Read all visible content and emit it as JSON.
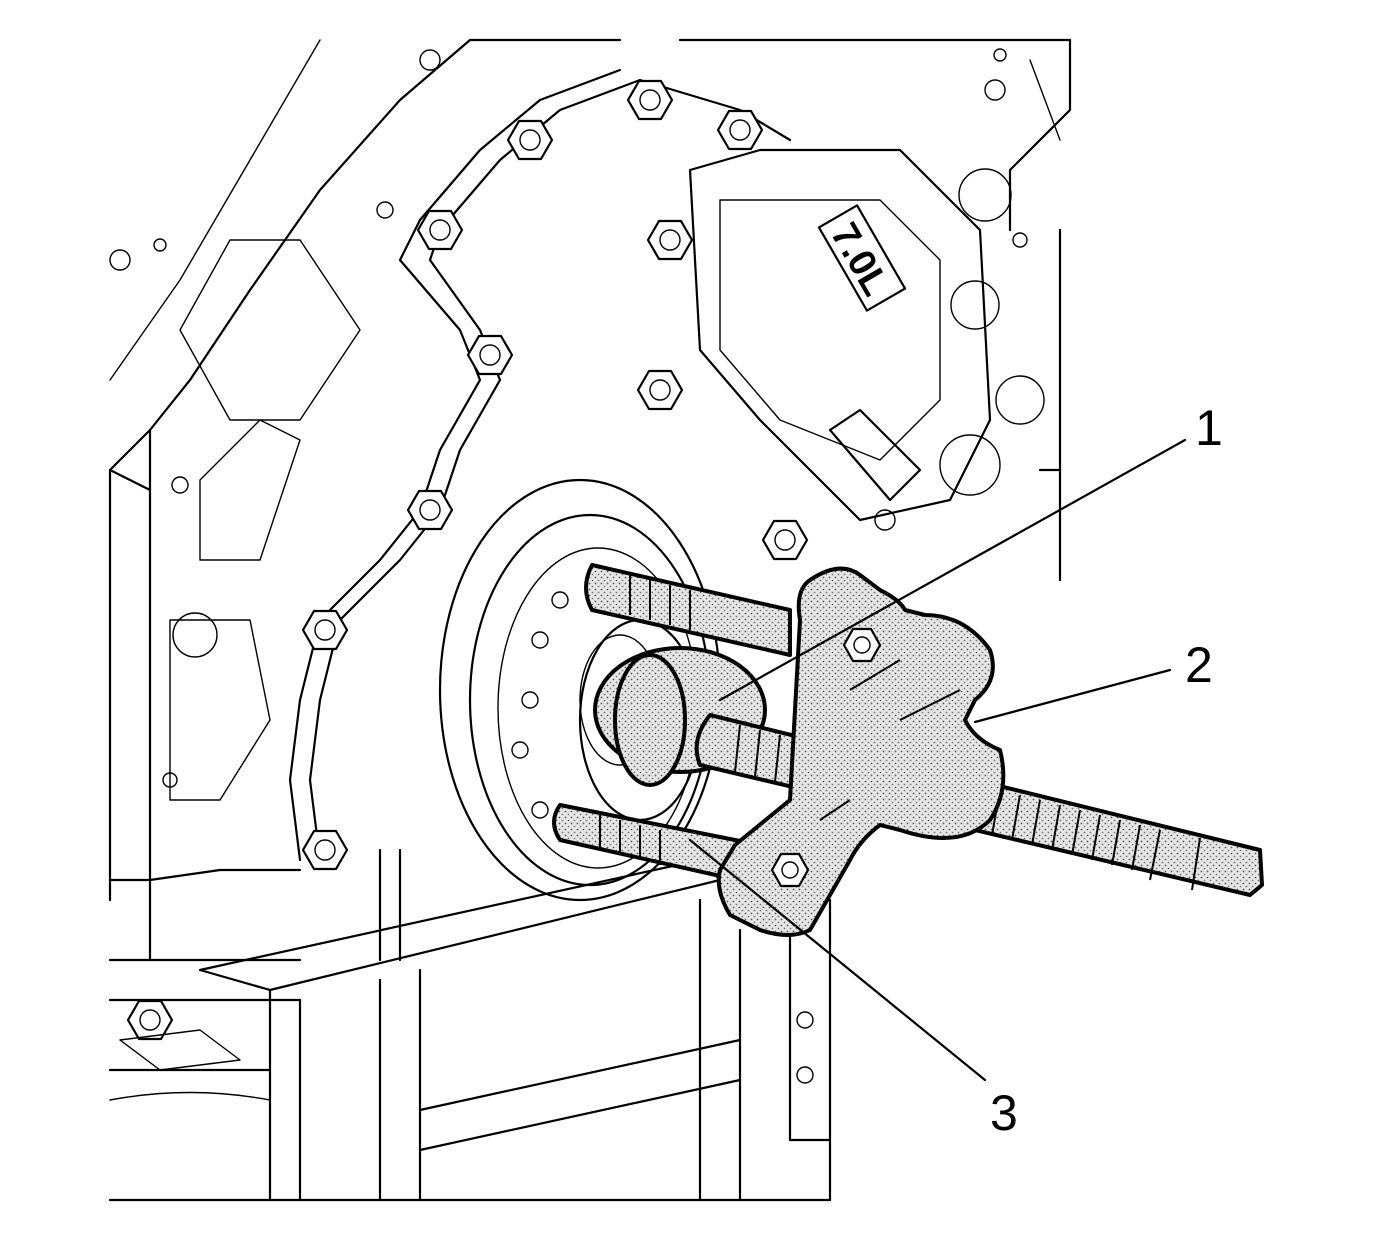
{
  "figure": {
    "engine_badge": "7.0L",
    "callouts": [
      {
        "id": "1",
        "label": "1"
      },
      {
        "id": "2",
        "label": "2"
      },
      {
        "id": "3",
        "label": "3"
      }
    ]
  }
}
